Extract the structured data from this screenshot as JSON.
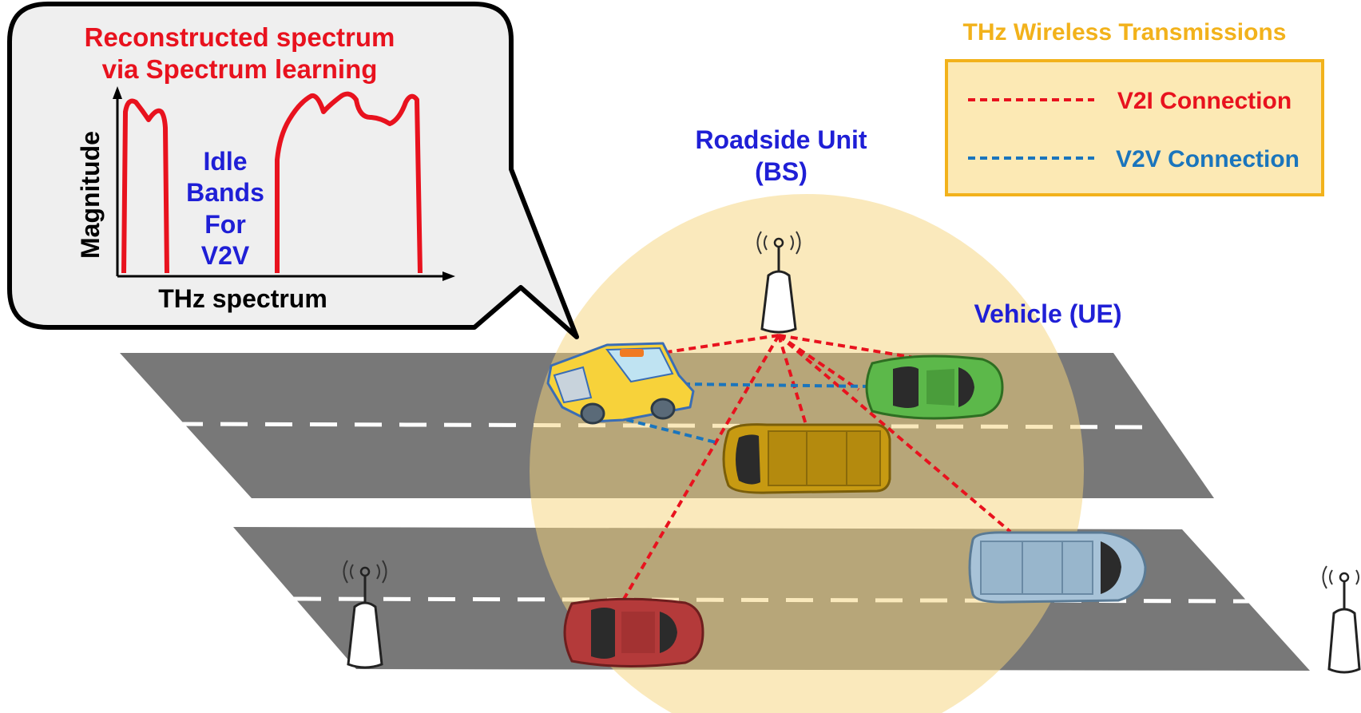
{
  "bubble": {
    "title_line1": "Reconstructed spectrum",
    "title_line2": "via Spectrum learning",
    "y_axis_label": "Magnitude",
    "x_axis_label": "THz spectrum",
    "idle_line1": "Idle",
    "idle_line2": "Bands",
    "idle_line3": "For",
    "idle_line4": "V2V"
  },
  "legend": {
    "title": "THz Wireless Transmissions",
    "v2i_label": "V2I Connection",
    "v2v_label": "V2V Connection"
  },
  "labels": {
    "rsu_line1": "Roadside Unit",
    "rsu_line2": "(BS)",
    "vehicle": "Vehicle (UE)"
  },
  "colors": {
    "red": "#e8121e",
    "blue": "#1f1fd6",
    "legend_gold": "#f2b21b",
    "legend_fill": "#fce9b4",
    "v2v_blue": "#1a75bd",
    "road": "#787878",
    "coverage": "#f5d37a"
  }
}
